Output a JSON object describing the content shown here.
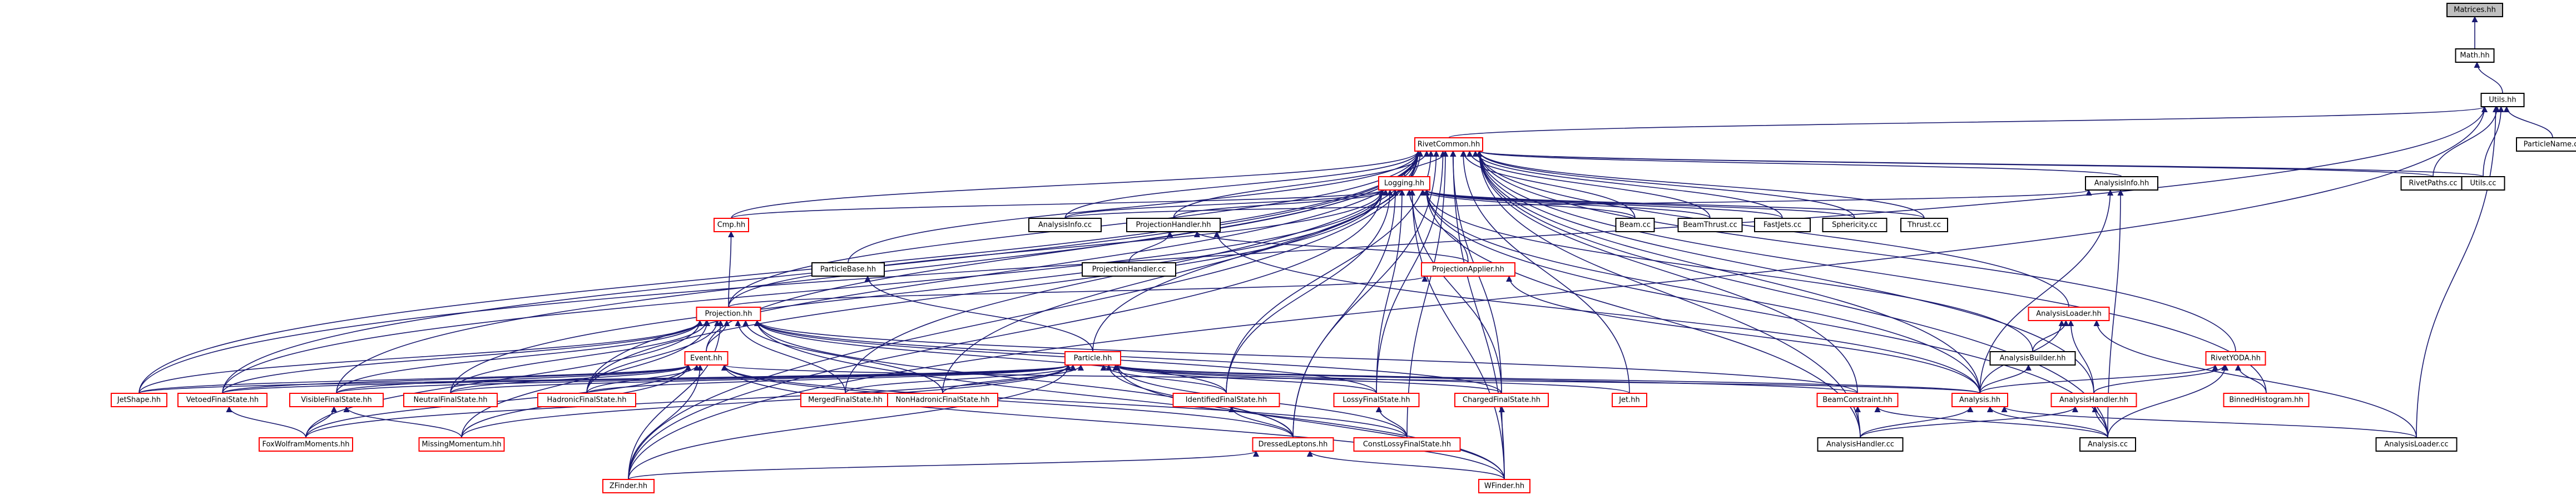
{
  "colors": {
    "edge": "#191970",
    "black_border": "#000000",
    "red_border": "#ff0000",
    "root_fill": "#bfbfbf",
    "node_fill": "#ffffff",
    "text": "#000000"
  },
  "nodes": [
    {
      "id": "matrices",
      "label": "Matrices.hh",
      "border": "black",
      "fill": "grey"
    },
    {
      "id": "math",
      "label": "Math.hh",
      "border": "black"
    },
    {
      "id": "utils",
      "label": "Utils.hh",
      "border": "black"
    },
    {
      "id": "particlename",
      "label": "ParticleName.cc",
      "border": "black"
    },
    {
      "id": "rivetcommon",
      "label": "RivetCommon.hh",
      "border": "red"
    },
    {
      "id": "rivetpaths",
      "label": "RivetPaths.cc",
      "border": "black"
    },
    {
      "id": "utilscc",
      "label": "Utils.cc",
      "border": "black"
    },
    {
      "id": "logging",
      "label": "Logging.hh",
      "border": "red"
    },
    {
      "id": "analysisinfo",
      "label": "AnalysisInfo.hh",
      "border": "black"
    },
    {
      "id": "cmp",
      "label": "Cmp.hh",
      "border": "red"
    },
    {
      "id": "analysisinfocc",
      "label": "AnalysisInfo.cc",
      "border": "black"
    },
    {
      "id": "projectionhandler",
      "label": "ProjectionHandler.hh",
      "border": "black"
    },
    {
      "id": "beam",
      "label": "Beam.cc",
      "border": "black"
    },
    {
      "id": "beamthrust",
      "label": "BeamThrust.cc",
      "border": "black"
    },
    {
      "id": "fastjets",
      "label": "FastJets.cc",
      "border": "black"
    },
    {
      "id": "sphericity",
      "label": "Sphericity.cc",
      "border": "black"
    },
    {
      "id": "thrust",
      "label": "Thrust.cc",
      "border": "black"
    },
    {
      "id": "particlebase",
      "label": "ParticleBase.hh",
      "border": "black"
    },
    {
      "id": "projectionhandlercc",
      "label": "ProjectionHandler.cc",
      "border": "black"
    },
    {
      "id": "projectionapplier",
      "label": "ProjectionApplier.hh",
      "border": "red"
    },
    {
      "id": "projection",
      "label": "Projection.hh",
      "border": "red"
    },
    {
      "id": "analysisloader",
      "label": "AnalysisLoader.hh",
      "border": "red"
    },
    {
      "id": "analysisbuilder",
      "label": "AnalysisBuilder.hh",
      "border": "black"
    },
    {
      "id": "rivetyoda",
      "label": "RivetYODA.hh",
      "border": "red"
    },
    {
      "id": "event",
      "label": "Event.hh",
      "border": "red"
    },
    {
      "id": "particle",
      "label": "Particle.hh",
      "border": "red"
    },
    {
      "id": "jetshape",
      "label": "JetShape.hh",
      "border": "red"
    },
    {
      "id": "vetoedfinalstate",
      "label": "VetoedFinalState.hh",
      "border": "red"
    },
    {
      "id": "visiblefinalstate",
      "label": "VisibleFinalState.hh",
      "border": "red"
    },
    {
      "id": "neutralfinalstate",
      "label": "NeutralFinalState.hh",
      "border": "red"
    },
    {
      "id": "hadronicfinalstate",
      "label": "HadronicFinalState.hh",
      "border": "red"
    },
    {
      "id": "mergedfinalstate",
      "label": "MergedFinalState.hh",
      "border": "red"
    },
    {
      "id": "nonhadronicfinalstate",
      "label": "NonHadronicFinalState.hh",
      "border": "red"
    },
    {
      "id": "identifiedfinalstate",
      "label": "IdentifiedFinalState.hh",
      "border": "red"
    },
    {
      "id": "lossyfinalstate",
      "label": "LossyFinalState.hh",
      "border": "red"
    },
    {
      "id": "chargedfinalstate",
      "label": "ChargedFinalState.hh",
      "border": "red"
    },
    {
      "id": "jet",
      "label": "Jet.hh",
      "border": "red"
    },
    {
      "id": "beamconstraint",
      "label": "BeamConstraint.hh",
      "border": "red"
    },
    {
      "id": "analysis",
      "label": "Analysis.hh",
      "border": "red"
    },
    {
      "id": "analysishandler",
      "label": "AnalysisHandler.hh",
      "border": "red"
    },
    {
      "id": "binnedhistogram",
      "label": "BinnedHistogram.hh",
      "border": "red"
    },
    {
      "id": "foxwolframmoments",
      "label": "FoxWolframMoments.hh",
      "border": "red"
    },
    {
      "id": "missingmomentum",
      "label": "MissingMomentum.hh",
      "border": "red"
    },
    {
      "id": "dressedleptons",
      "label": "DressedLeptons.hh",
      "border": "red"
    },
    {
      "id": "constlossyfinalstate",
      "label": "ConstLossyFinalState.hh",
      "border": "red"
    },
    {
      "id": "analysishandlercc",
      "label": "AnalysisHandler.cc",
      "border": "black"
    },
    {
      "id": "analysiscc",
      "label": "Analysis.cc",
      "border": "black"
    },
    {
      "id": "analysisloadercc",
      "label": "AnalysisLoader.cc",
      "border": "black"
    },
    {
      "id": "zfinder",
      "label": "ZFinder.hh",
      "border": "red"
    },
    {
      "id": "wfinder",
      "label": "WFinder.hh",
      "border": "red"
    }
  ],
  "edges": [
    [
      "math",
      "matrices"
    ],
    [
      "utils",
      "math"
    ],
    [
      "particlename",
      "utils"
    ],
    [
      "rivetcommon",
      "utils"
    ],
    [
      "rivetpaths",
      "utils"
    ],
    [
      "utilscc",
      "utils"
    ],
    [
      "analysisloadercc",
      "utils"
    ],
    [
      "jetshape",
      "utils"
    ],
    [
      "zfinder",
      "utils"
    ],
    [
      "logging",
      "rivetcommon"
    ],
    [
      "analysisinfo",
      "rivetcommon"
    ],
    [
      "cmp",
      "rivetcommon"
    ],
    [
      "analysisinfocc",
      "rivetcommon"
    ],
    [
      "projectionhandler",
      "rivetcommon"
    ],
    [
      "beam",
      "rivetcommon"
    ],
    [
      "beamthrust",
      "rivetcommon"
    ],
    [
      "fastjets",
      "rivetcommon"
    ],
    [
      "sphericity",
      "rivetcommon"
    ],
    [
      "thrust",
      "rivetcommon"
    ],
    [
      "rivetpaths",
      "rivetcommon"
    ],
    [
      "utilscc",
      "rivetcommon"
    ],
    [
      "particlebase",
      "rivetcommon"
    ],
    [
      "projection",
      "rivetcommon"
    ],
    [
      "event",
      "rivetcommon"
    ],
    [
      "particle",
      "rivetcommon"
    ],
    [
      "analysisloader",
      "rivetcommon"
    ],
    [
      "rivetyoda",
      "rivetcommon"
    ],
    [
      "binnedhistogram",
      "rivetcommon"
    ],
    [
      "analysis",
      "rivetcommon"
    ],
    [
      "jetshape",
      "rivetcommon"
    ],
    [
      "vetoedfinalstate",
      "rivetcommon"
    ],
    [
      "visiblefinalstate",
      "rivetcommon"
    ],
    [
      "hadronicfinalstate",
      "rivetcommon"
    ],
    [
      "mergedfinalstate",
      "rivetcommon"
    ],
    [
      "nonhadronicfinalstate",
      "rivetcommon"
    ],
    [
      "identifiedfinalstate",
      "rivetcommon"
    ],
    [
      "chargedfinalstate",
      "rivetcommon"
    ],
    [
      "lossyfinalstate",
      "rivetcommon"
    ],
    [
      "jet",
      "rivetcommon"
    ],
    [
      "beamconstraint",
      "rivetcommon"
    ],
    [
      "analysishandler",
      "rivetcommon"
    ],
    [
      "analysishandlercc",
      "rivetcommon"
    ],
    [
      "analysiscc",
      "rivetcommon"
    ],
    [
      "zfinder",
      "rivetcommon"
    ],
    [
      "wfinder",
      "rivetcommon"
    ],
    [
      "dressedleptons",
      "rivetcommon"
    ],
    [
      "constlossyfinalstate",
      "rivetcommon"
    ],
    [
      "cmp",
      "logging"
    ],
    [
      "analysisinfocc",
      "logging"
    ],
    [
      "projectionhandler",
      "logging"
    ],
    [
      "beam",
      "logging"
    ],
    [
      "beamthrust",
      "logging"
    ],
    [
      "fastjets",
      "logging"
    ],
    [
      "sphericity",
      "logging"
    ],
    [
      "thrust",
      "logging"
    ],
    [
      "projectionapplier",
      "logging"
    ],
    [
      "projection",
      "logging"
    ],
    [
      "analysisbuilder",
      "logging"
    ],
    [
      "analysis",
      "logging"
    ],
    [
      "analysishandlercc",
      "logging"
    ],
    [
      "analysiscc",
      "logging"
    ],
    [
      "vetoedfinalstate",
      "logging"
    ],
    [
      "neutralfinalstate",
      "logging"
    ],
    [
      "hadronicfinalstate",
      "logging"
    ],
    [
      "identifiedfinalstate",
      "logging"
    ],
    [
      "lossyfinalstate",
      "logging"
    ],
    [
      "chargedfinalstate",
      "logging"
    ],
    [
      "dressedleptons",
      "logging"
    ],
    [
      "wfinder",
      "logging"
    ],
    [
      "zfinder",
      "logging"
    ],
    [
      "analysisinfocc",
      "analysisinfo"
    ],
    [
      "analysis",
      "analysisinfo"
    ],
    [
      "analysiscc",
      "analysisinfo"
    ],
    [
      "projection",
      "cmp"
    ],
    [
      "projectionhandlercc",
      "projectionhandler"
    ],
    [
      "projectionapplier",
      "projectionhandler"
    ],
    [
      "analysis",
      "projectionhandler"
    ],
    [
      "particle",
      "particlebase"
    ],
    [
      "projection",
      "projectionapplier"
    ],
    [
      "analysis",
      "projectionapplier"
    ],
    [
      "event",
      "projection"
    ],
    [
      "jetshape",
      "projection"
    ],
    [
      "vetoedfinalstate",
      "projection"
    ],
    [
      "visiblefinalstate",
      "projection"
    ],
    [
      "neutralfinalstate",
      "projection"
    ],
    [
      "hadronicfinalstate",
      "projection"
    ],
    [
      "mergedfinalstate",
      "projection"
    ],
    [
      "nonhadronicfinalstate",
      "projection"
    ],
    [
      "identifiedfinalstate",
      "projection"
    ],
    [
      "lossyfinalstate",
      "projection"
    ],
    [
      "chargedfinalstate",
      "projection"
    ],
    [
      "beamconstraint",
      "projection"
    ],
    [
      "foxwolframmoments",
      "projection"
    ],
    [
      "missingmomentum",
      "projection"
    ],
    [
      "dressedleptons",
      "projection"
    ],
    [
      "zfinder",
      "projection"
    ],
    [
      "wfinder",
      "projection"
    ],
    [
      "analysisbuilder",
      "analysisloader"
    ],
    [
      "analysis",
      "analysisloader"
    ],
    [
      "analysishandler",
      "analysisloader"
    ],
    [
      "analysisloadercc",
      "analysisloader"
    ],
    [
      "analysis",
      "analysisbuilder"
    ],
    [
      "analysis",
      "rivetyoda"
    ],
    [
      "analysishandler",
      "rivetyoda"
    ],
    [
      "binnedhistogram",
      "rivetyoda"
    ],
    [
      "analysiscc",
      "rivetyoda"
    ],
    [
      "jetshape",
      "event"
    ],
    [
      "vetoedfinalstate",
      "event"
    ],
    [
      "visiblefinalstate",
      "event"
    ],
    [
      "neutralfinalstate",
      "event"
    ],
    [
      "hadronicfinalstate",
      "event"
    ],
    [
      "analysis",
      "event"
    ],
    [
      "foxwolframmoments",
      "event"
    ],
    [
      "missingmomentum",
      "event"
    ],
    [
      "zfinder",
      "event"
    ],
    [
      "wfinder",
      "event"
    ],
    [
      "constlossyfinalstate",
      "event"
    ],
    [
      "dressedleptons",
      "event"
    ],
    [
      "jetshape",
      "particle"
    ],
    [
      "vetoedfinalstate",
      "particle"
    ],
    [
      "visiblefinalstate",
      "particle"
    ],
    [
      "neutralfinalstate",
      "particle"
    ],
    [
      "hadronicfinalstate",
      "particle"
    ],
    [
      "mergedfinalstate",
      "particle"
    ],
    [
      "nonhadronicfinalstate",
      "particle"
    ],
    [
      "identifiedfinalstate",
      "particle"
    ],
    [
      "lossyfinalstate",
      "particle"
    ],
    [
      "chargedfinalstate",
      "particle"
    ],
    [
      "jet",
      "particle"
    ],
    [
      "beamconstraint",
      "particle"
    ],
    [
      "analysis",
      "particle"
    ],
    [
      "foxwolframmoments",
      "particle"
    ],
    [
      "missingmomentum",
      "particle"
    ],
    [
      "dressedleptons",
      "particle"
    ],
    [
      "constlossyfinalstate",
      "particle"
    ],
    [
      "zfinder",
      "particle"
    ],
    [
      "wfinder",
      "particle"
    ],
    [
      "foxwolframmoments",
      "vetoedfinalstate"
    ],
    [
      "foxwolframmoments",
      "visiblefinalstate"
    ],
    [
      "missingmomentum",
      "visiblefinalstate"
    ],
    [
      "dressedleptons",
      "identifiedfinalstate"
    ],
    [
      "constlossyfinalstate",
      "lossyfinalstate"
    ],
    [
      "wfinder",
      "chargedfinalstate"
    ],
    [
      "analysishandlercc",
      "beamconstraint"
    ],
    [
      "analysiscc",
      "beamconstraint"
    ],
    [
      "analysishandlercc",
      "analysis"
    ],
    [
      "analysiscc",
      "analysis"
    ],
    [
      "analysisloadercc",
      "analysis"
    ],
    [
      "analysishandlercc",
      "analysishandler"
    ],
    [
      "analysiscc",
      "analysishandler"
    ],
    [
      "zfinder",
      "dressedleptons"
    ],
    [
      "wfinder",
      "dressedleptons"
    ]
  ]
}
